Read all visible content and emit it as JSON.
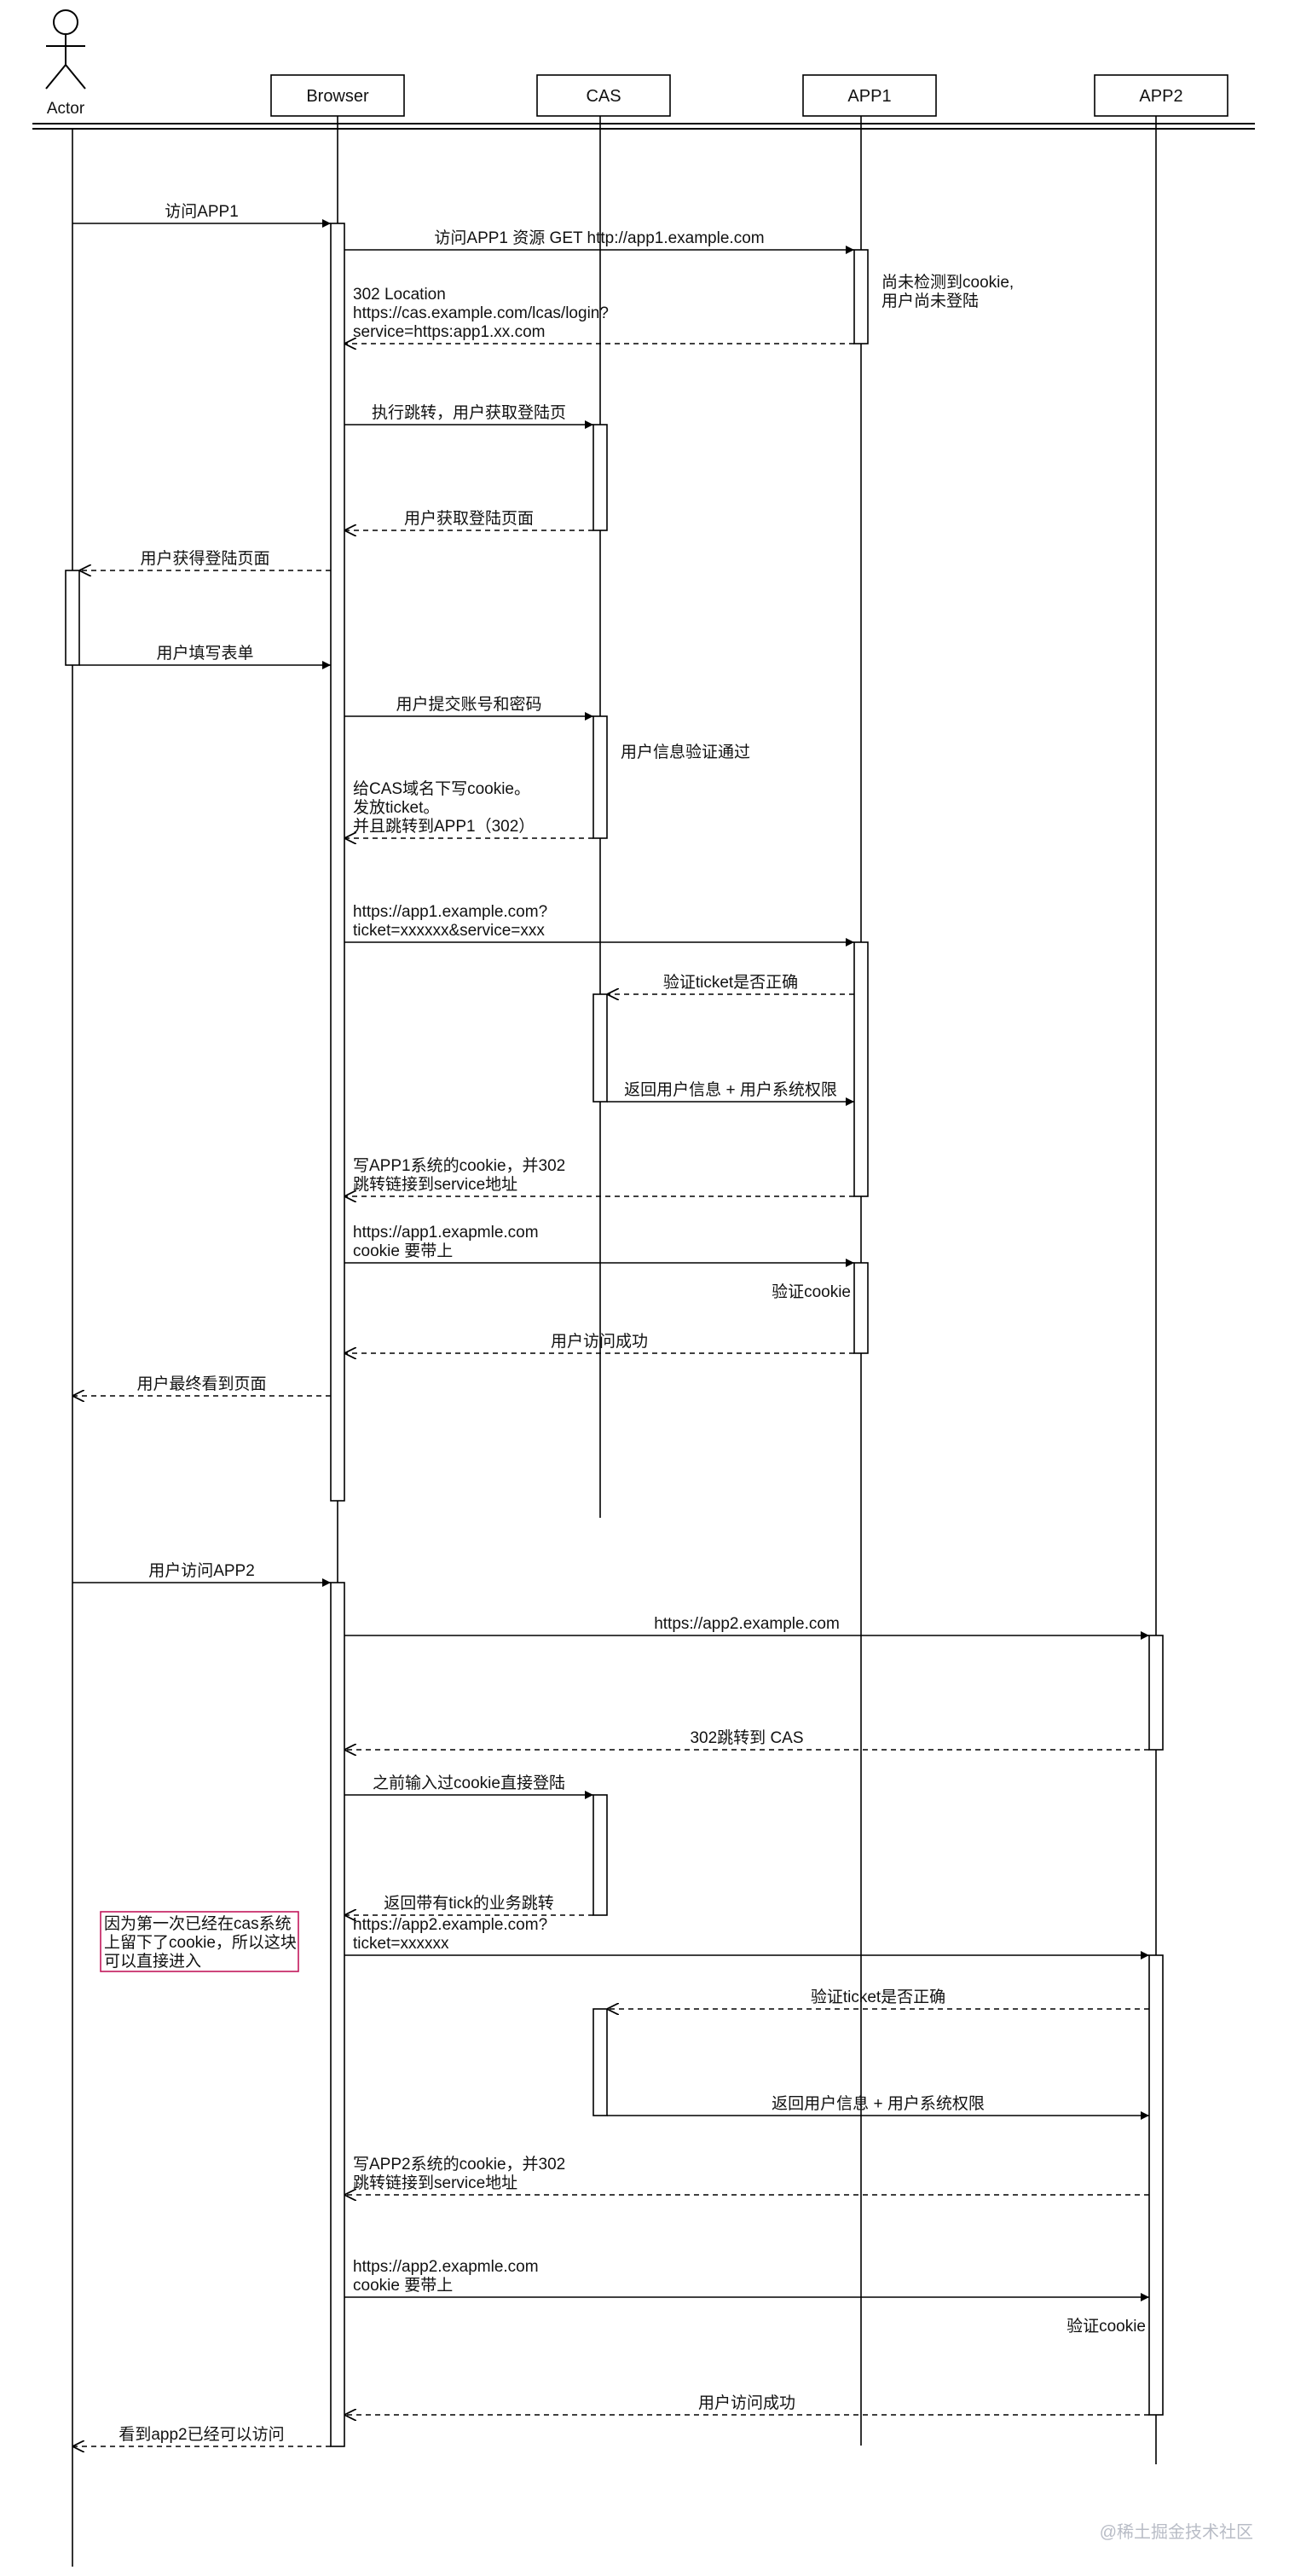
{
  "participants": [
    {
      "id": "actor",
      "label": "Actor",
      "kind": "actor"
    },
    {
      "id": "browser",
      "label": "Browser",
      "kind": "box"
    },
    {
      "id": "cas",
      "label": "CAS",
      "kind": "box"
    },
    {
      "id": "app1",
      "label": "APP1",
      "kind": "box"
    },
    {
      "id": "app2",
      "label": "APP2",
      "kind": "box"
    }
  ],
  "activations": [
    {
      "on": "browser",
      "from": 1,
      "to": 17
    },
    {
      "on": "app1",
      "from": 2,
      "to": 3
    },
    {
      "on": "cas",
      "from": 4,
      "to": 5
    },
    {
      "on": "actor",
      "from": 6,
      "to": 7
    },
    {
      "on": "cas",
      "from": 8,
      "to": 9
    },
    {
      "on": "app1",
      "from": 10,
      "to": 13
    },
    {
      "on": "cas",
      "from": 11,
      "to": 12
    },
    {
      "on": "app1",
      "from": 14,
      "to": 15
    },
    {
      "on": "browser",
      "from": 18,
      "to": 29
    },
    {
      "on": "app2",
      "from": 19,
      "to": 20
    },
    {
      "on": "cas",
      "from": 21,
      "to": 22
    },
    {
      "on": "app2",
      "from": 23,
      "to": 28
    },
    {
      "on": "cas",
      "from": 24,
      "to": 25
    }
  ],
  "messages": [
    {
      "step": 1,
      "from": "actor",
      "to": "browser",
      "type": "sync",
      "lines": [
        "访问APP1"
      ]
    },
    {
      "step": 2,
      "from": "browser",
      "to": "app1",
      "type": "sync",
      "lines": [
        "访问APP1 资源  GET http://app1.example.com"
      ]
    },
    {
      "step": 3,
      "from": "app1",
      "to": "browser",
      "type": "return",
      "lines": [
        "302 Location",
        "https://cas.example.com/lcas/login?",
        "service=https:app1.xx.com"
      ]
    },
    {
      "step": 4,
      "from": "browser",
      "to": "cas",
      "type": "sync",
      "lines": [
        "执行跳转，用户获取登陆页"
      ]
    },
    {
      "step": 5,
      "from": "cas",
      "to": "browser",
      "type": "return",
      "lines": [
        "用户获取登陆页面"
      ]
    },
    {
      "step": 6,
      "from": "browser",
      "to": "actor",
      "type": "return",
      "lines": [
        "用户获得登陆页面"
      ]
    },
    {
      "step": 7,
      "from": "actor",
      "to": "browser",
      "type": "sync",
      "lines": [
        "用户填写表单"
      ]
    },
    {
      "step": 8,
      "from": "browser",
      "to": "cas",
      "type": "sync",
      "lines": [
        "用户提交账号和密码"
      ]
    },
    {
      "step": 9,
      "from": "cas",
      "to": "browser",
      "type": "return",
      "lines": [
        "给CAS域名下写cookie。",
        "发放ticket。",
        "并且跳转到APP1（302）"
      ]
    },
    {
      "step": 10,
      "from": "browser",
      "to": "app1",
      "type": "sync",
      "lines": [
        "https://app1.example.com?",
        "ticket=xxxxxx&service=xxx"
      ]
    },
    {
      "step": 11,
      "from": "app1",
      "to": "cas",
      "type": "return",
      "lines": [
        "验证ticket是否正确"
      ]
    },
    {
      "step": 12,
      "from": "cas",
      "to": "app1",
      "type": "sync",
      "lines": [
        "返回用户信息 + 用户系统权限"
      ]
    },
    {
      "step": 13,
      "from": "app1",
      "to": "browser",
      "type": "return",
      "lines": [
        "写APP1系统的cookie，并302",
        "跳转链接到service地址"
      ]
    },
    {
      "step": 14,
      "from": "browser",
      "to": "app1",
      "type": "sync",
      "lines": [
        "https://app1.exapmle.com",
        "cookie 要带上"
      ]
    },
    {
      "step": 15,
      "from": "app1",
      "to": "browser",
      "type": "return",
      "lines": [
        "用户访问成功"
      ]
    },
    {
      "step": 16,
      "from": "browser",
      "to": "actor",
      "type": "return",
      "lines": [
        "用户最终看到页面"
      ]
    },
    {
      "step": 18,
      "from": "actor",
      "to": "browser",
      "type": "sync",
      "lines": [
        "用户访问APP2"
      ]
    },
    {
      "step": 19,
      "from": "browser",
      "to": "app2",
      "type": "sync",
      "lines": [
        "https://app2.example.com"
      ]
    },
    {
      "step": 20,
      "from": "app2",
      "to": "browser",
      "type": "return",
      "lines": [
        "302跳转到 CAS"
      ]
    },
    {
      "step": 21,
      "from": "browser",
      "to": "cas",
      "type": "sync",
      "lines": [
        "之前输入过cookie直接登陆"
      ]
    },
    {
      "step": 22,
      "from": "cas",
      "to": "browser",
      "type": "return",
      "lines": [
        "返回带有tick的业务跳转"
      ]
    },
    {
      "step": 23,
      "from": "browser",
      "to": "app2",
      "type": "sync",
      "lines": [
        "https://app2.example.com?",
        "ticket=xxxxxx"
      ]
    },
    {
      "step": 24,
      "from": "app2",
      "to": "cas",
      "type": "return",
      "lines": [
        "验证ticket是否正确"
      ]
    },
    {
      "step": 25,
      "from": "cas",
      "to": "app2",
      "type": "sync",
      "lines": [
        "返回用户信息 + 用户系统权限"
      ]
    },
    {
      "step": 26,
      "from": "app2",
      "to": "browser",
      "type": "return",
      "lines": [
        "写APP2系统的cookie，并302",
        "跳转链接到service地址"
      ]
    },
    {
      "step": 27,
      "from": "browser",
      "to": "app2",
      "type": "sync",
      "lines": [
        "https://app2.exapmle.com",
        "cookie 要带上"
      ]
    },
    {
      "step": 28,
      "from": "app2",
      "to": "browser",
      "type": "return",
      "lines": [
        "用户访问成功"
      ]
    },
    {
      "step": 29,
      "from": "browser",
      "to": "actor",
      "type": "return",
      "lines": [
        "看到app2已经可以访问"
      ]
    }
  ],
  "side_notes": [
    {
      "at": "app1",
      "step": 2,
      "lines": [
        "尚未检测到cookie,",
        "用户尚未登陆"
      ]
    },
    {
      "at": "cas",
      "step": 8,
      "lines": [
        "用户信息验证通过"
      ]
    },
    {
      "at": "app1",
      "step": 14,
      "lines": [
        "验证cookie"
      ]
    },
    {
      "at": "app2",
      "step": 27,
      "lines": [
        "验证cookie"
      ]
    }
  ],
  "note_box": {
    "lines": [
      "因为第一次已经在cas系统",
      "上留下了cookie，所以这块",
      "可以直接进入"
    ],
    "border_color": "#c2185b"
  },
  "watermark": "@稀土掘金技术社区"
}
